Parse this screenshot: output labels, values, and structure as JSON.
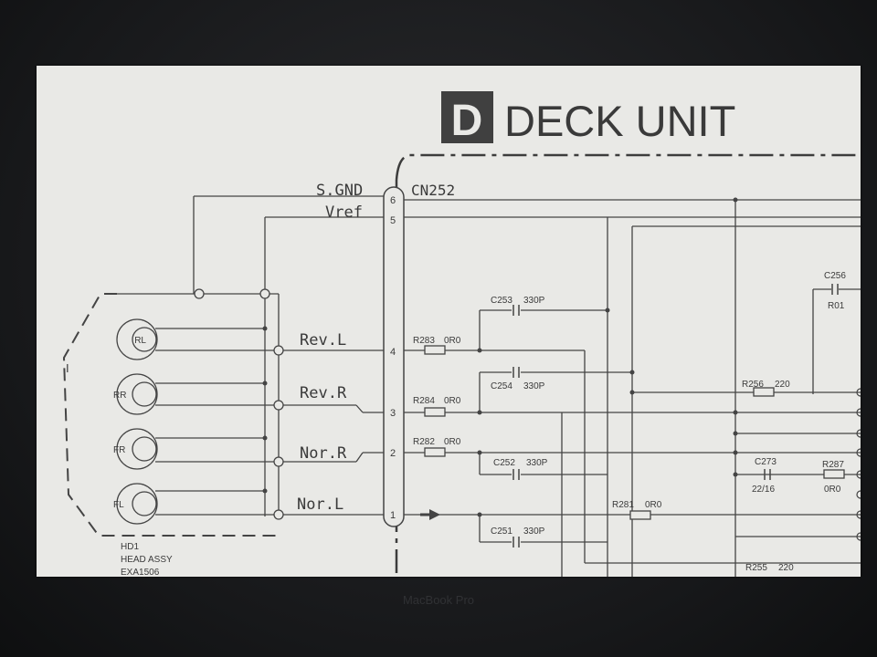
{
  "title": {
    "letter": "D",
    "text": "DECK UNIT"
  },
  "connector": {
    "ref": "CN252",
    "pins": [
      {
        "num": "6",
        "label": "S.GND"
      },
      {
        "num": "5",
        "label": "Vref"
      },
      {
        "num": "4",
        "label": "Rev.L"
      },
      {
        "num": "3",
        "label": "Rev.R"
      },
      {
        "num": "2",
        "label": "Nor.R"
      },
      {
        "num": "1",
        "label": "Nor.L"
      }
    ]
  },
  "head": {
    "ref": "HD1",
    "desc": "HEAD ASSY",
    "part": "EXA1506",
    "coils": [
      "RL",
      "RR",
      "FR",
      "FL"
    ],
    "mark": "I"
  },
  "resistors": [
    {
      "ref": "R283",
      "value": "0R0"
    },
    {
      "ref": "R284",
      "value": "0R0"
    },
    {
      "ref": "R282",
      "value": "0R0"
    },
    {
      "ref": "R281",
      "value": "0R0"
    },
    {
      "ref": "R256",
      "value": "220"
    },
    {
      "ref": "R255",
      "value": "220"
    },
    {
      "ref": "R287",
      "value": "0R0"
    }
  ],
  "capacitors": [
    {
      "ref": "C253",
      "value": "330P"
    },
    {
      "ref": "C254",
      "value": "330P"
    },
    {
      "ref": "C252",
      "value": "330P"
    },
    {
      "ref": "C251",
      "value": "330P"
    },
    {
      "ref": "C256",
      "value": "R01"
    },
    {
      "ref": "C273",
      "value": "22/16"
    }
  ],
  "bezel_brand": "MacBook Pro"
}
